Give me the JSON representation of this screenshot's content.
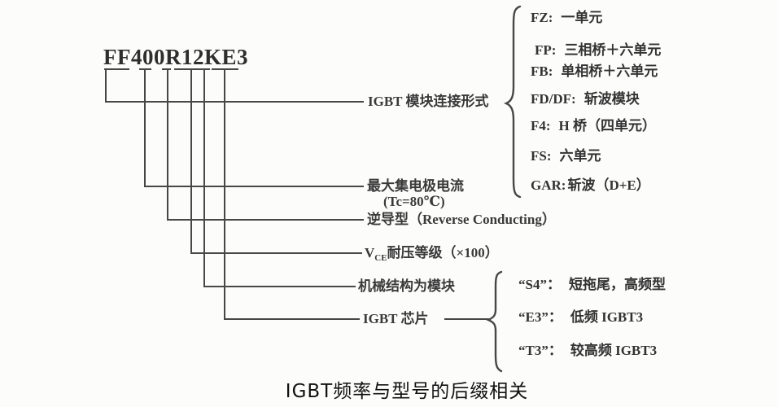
{
  "diagram": {
    "part_number": "FF400R12KE3",
    "caption": "IGBT频率与型号的后缀相关"
  },
  "labels": {
    "connection": "IGBT 模块连接形式",
    "current_line1": "最大集电极电流",
    "current_line2": "(Tc=80℃)",
    "reverse": "逆导型（Reverse Conducting）",
    "vce_v": "V",
    "vce_sub": "CE",
    "vce_rest": "耐压等级（×100）",
    "mechanical": "机械结构为模块",
    "chip": "IGBT 芯片"
  },
  "connection_types": [
    {
      "code": "FZ:",
      "desc": "一单元"
    },
    {
      "code": "FP:",
      "desc": "三相桥＋六单元"
    },
    {
      "code": "FB:",
      "desc": "单相桥＋六单元"
    },
    {
      "code": "FD/DF:",
      "desc": "斩波模块"
    },
    {
      "code": "F4:",
      "desc": "H 桥（四单元）"
    },
    {
      "code": "FS:",
      "desc": "六单元"
    },
    {
      "code": "GAR:",
      "desc": "斩波（D+E）"
    }
  ],
  "chip_types": [
    {
      "code": "“S4”：",
      "desc": "短拖尾，高频型"
    },
    {
      "code": "“E3”：",
      "desc": "低频 IGBT3"
    },
    {
      "code": "“T3”：",
      "desc": "较高频 IGBT3"
    }
  ]
}
